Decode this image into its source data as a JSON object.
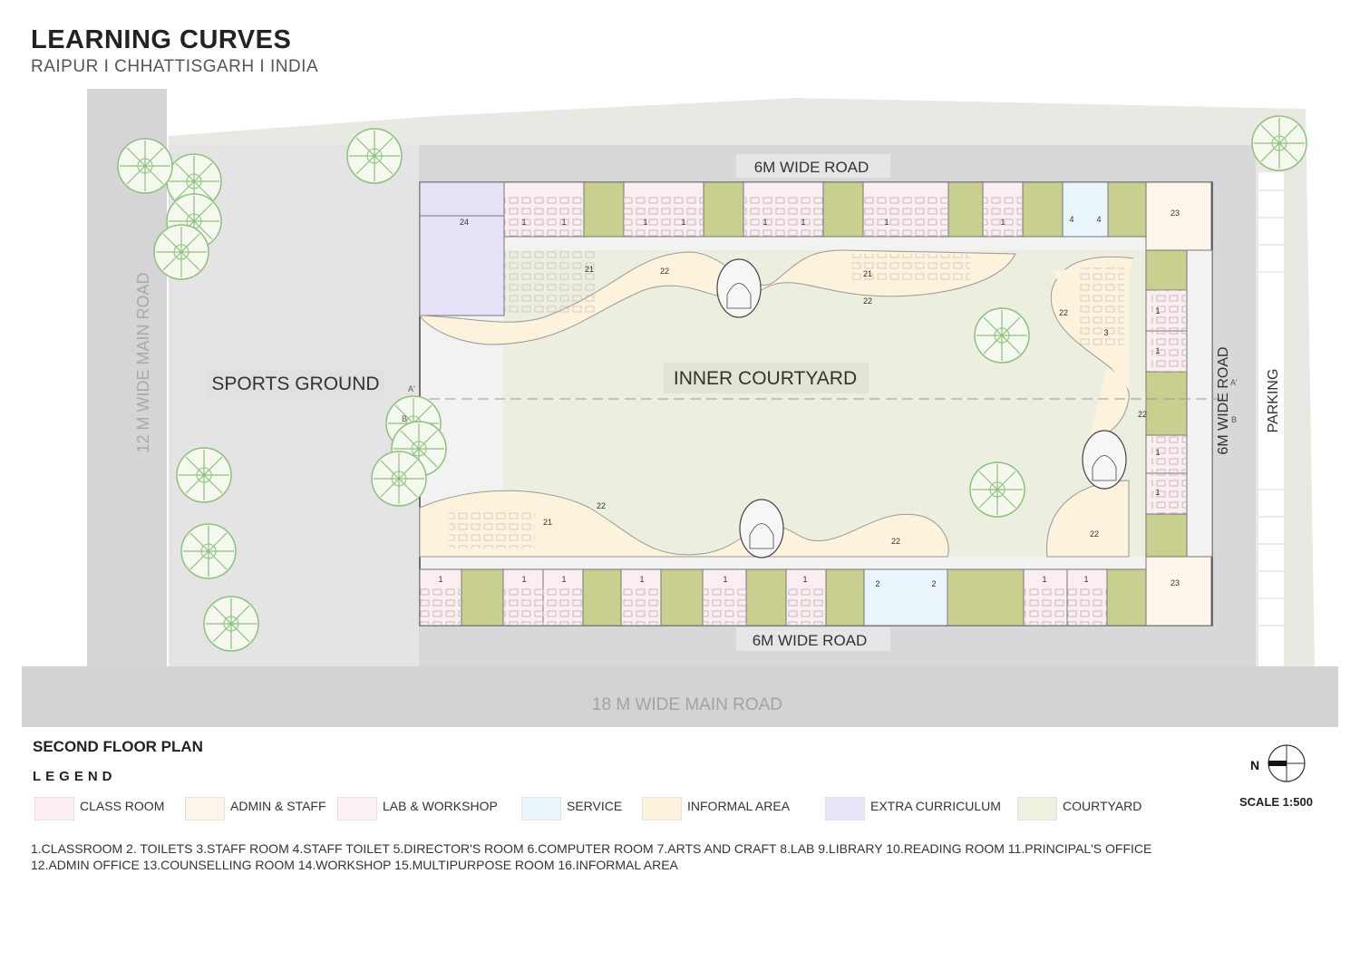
{
  "header": {
    "title": "LEARNING CURVES",
    "subtitle": "RAIPUR  I  CHHATTISGARH  I  INDIA"
  },
  "plan": {
    "road_top": "6M WIDE ROAD",
    "road_bottom": "6M WIDE ROAD",
    "road_right": "6M WIDE ROAD",
    "main_road_left": "12 M WIDE MAIN ROAD",
    "main_road_bottom": "18 M WIDE MAIN ROAD",
    "sports_ground": "SPORTS GROUND",
    "courtyard": "INNER COURTYARD",
    "parking": "PARKING",
    "section_left_top": "A'",
    "section_left_bottom": "B",
    "section_right_top": "A'",
    "section_right_bottom": "B",
    "room_labels_top": [
      "24",
      "1",
      "1",
      "1",
      "1",
      "1",
      "1",
      "1",
      "1",
      "4",
      "4",
      "23"
    ],
    "room_labels_bottom": [
      "1",
      "1",
      "1",
      "1",
      "1",
      "1",
      "2",
      "2",
      "1",
      "1",
      "23"
    ],
    "room_labels_right": [
      "1",
      "1",
      "1",
      "1"
    ],
    "informal_labels": [
      "21",
      "22",
      "21",
      "22",
      "22",
      "3",
      "22",
      "21",
      "22",
      "22",
      "22"
    ]
  },
  "plan_title": "SECOND FLOOR PLAN",
  "legend": {
    "title": "LEGEND",
    "items": [
      {
        "label": "CLASS ROOM",
        "color": "#fbeef0"
      },
      {
        "label": "ADMIN & STAFF",
        "color": "#fdf4ea"
      },
      {
        "label": "LAB & WORKSHOP",
        "color": "#fbf1f2"
      },
      {
        "label": "SERVICE",
        "color": "#eaf4fb"
      },
      {
        "label": "INFORMAL AREA",
        "color": "#fdf3dc"
      },
      {
        "label": "EXTRA CURRICULUM",
        "color": "#e9e4f7"
      },
      {
        "label": "COURTYARD",
        "color": "#eef0e0"
      }
    ]
  },
  "key": {
    "line1": "1.CLASSROOM  2. TOILETS  3.STAFF ROOM    4.STAFF TOILET  5.DIRECTOR'S ROOM  6.COMPUTER ROOM  7.ARTS AND CRAFT  8.LAB  9.LIBRARY  10.READING ROOM  11.PRINCIPAL'S OFFICE",
    "line2": "12.ADMIN OFFICE  13.COUNSELLING ROOM  14.WORKSHOP  15.MULTIPURPOSE ROOM 16.INFORMAL AREA"
  },
  "north": "N",
  "scale": "SCALE 1:500",
  "colors": {
    "road": "#d3d3d5",
    "site": "#e6e7e1",
    "courtyard_green": "#c9cf8f",
    "inner_courtyard": "#eceee0",
    "tree": "#7cb66a"
  }
}
